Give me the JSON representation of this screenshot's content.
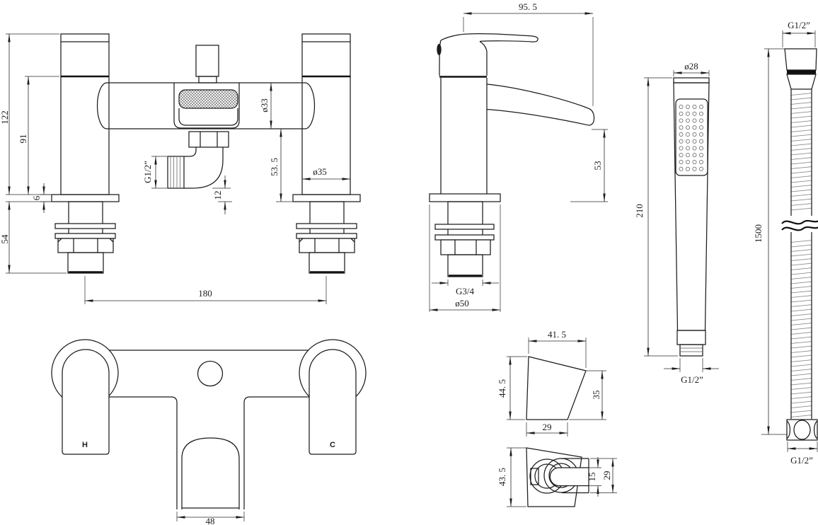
{
  "drawing": {
    "line_color": "#1c1c1c",
    "background": "#ffffff",
    "views": {
      "mixer_front": {
        "dims": {
          "height_total": "122",
          "height_upper": "91",
          "deck_thickness": "6",
          "tail_length": "54",
          "inlet_centres": "180",
          "body_diameter": "ø33",
          "drop": "53. 5",
          "pillar_diameter": "ø35",
          "outlet_offset": "12",
          "outlet_thread": "G1/2”"
        }
      },
      "mixer_side": {
        "dims": {
          "projection": "95. 5",
          "spout_height": "53",
          "inlet_thread": "G3/4",
          "flange_diameter": "ø50"
        }
      },
      "handset": {
        "dims": {
          "head_diameter": "ø28",
          "length": "210",
          "thread": "G1/2”"
        }
      },
      "hose": {
        "dims": {
          "top_thread": "G1/2”",
          "length": "1500",
          "bottom_thread": "G1/2”"
        }
      },
      "mixer_plan": {
        "labels": {
          "hot": "H",
          "cold": "C"
        },
        "dims": {
          "spout_width": "48"
        }
      },
      "bracket_side": {
        "dims": {
          "top_width": "41. 5",
          "back_height": "44. 5",
          "front_height": "35",
          "bottom_width": "29"
        }
      },
      "bracket_front": {
        "dims": {
          "height": "43. 5",
          "slot_width": "15",
          "clip_width": "29"
        }
      }
    }
  }
}
